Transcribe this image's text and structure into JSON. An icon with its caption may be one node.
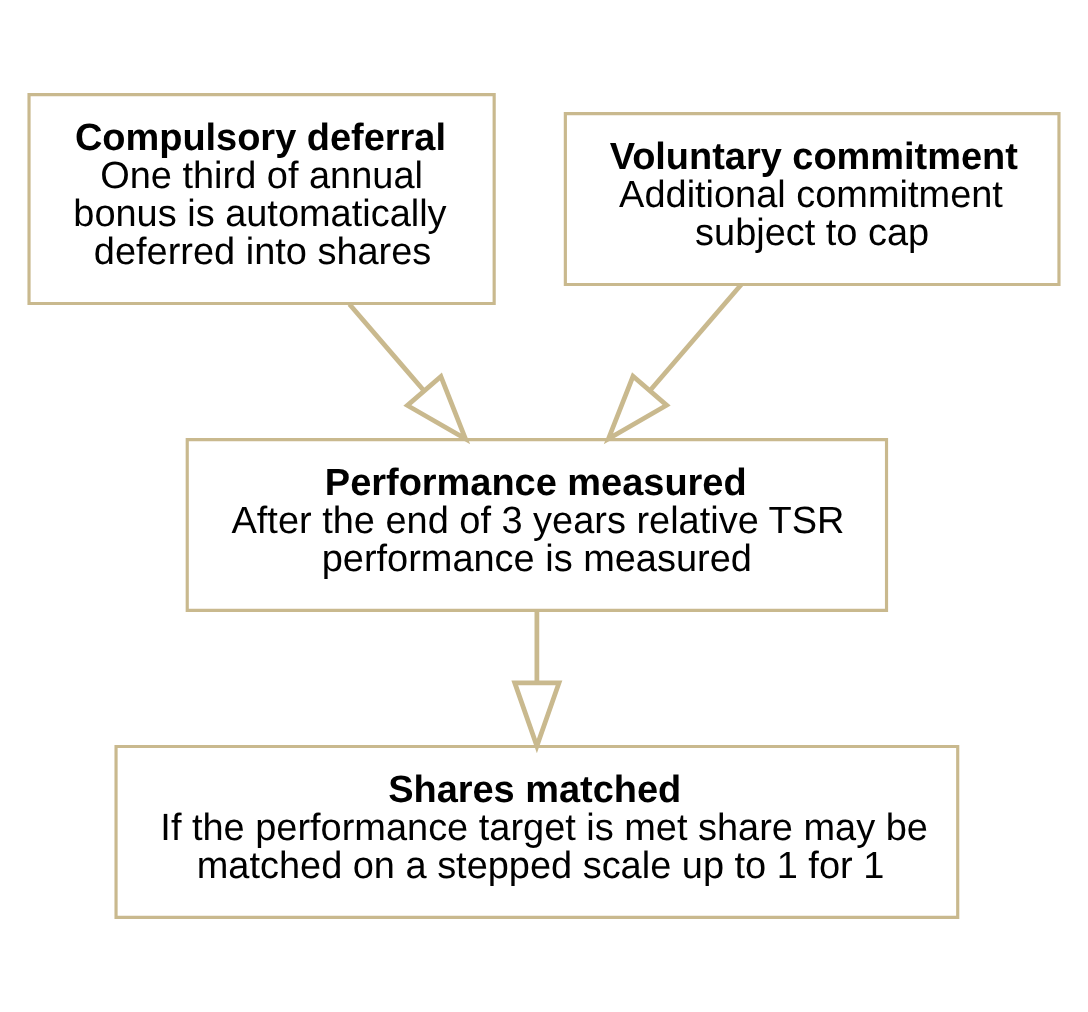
{
  "diagram": {
    "nodes": [
      {
        "text": [
          "Compulsory deferral",
          "One third of annual bonus is automatically deferred into shares"
        ]
      },
      {
        "text": [
          "Voluntary commitment",
          "Additional commitment subject to cap"
        ]
      },
      {
        "text": [
          "Performance measured",
          "After the end of 3 years relative TSR performance is measured"
        ]
      },
      {
        "text": [
          "Shares matched",
          "If the performance target is met share may be matched on a stepped scale up to 1 for 1"
        ]
      }
    ],
    "edges": [
      {
        "from": 0,
        "to": 2,
        "arrow": "to"
      },
      {
        "from": 1,
        "to": 2,
        "arrow": "to"
      },
      {
        "from": 2,
        "to": 3,
        "arrow": "to"
      }
    ]
  }
}
